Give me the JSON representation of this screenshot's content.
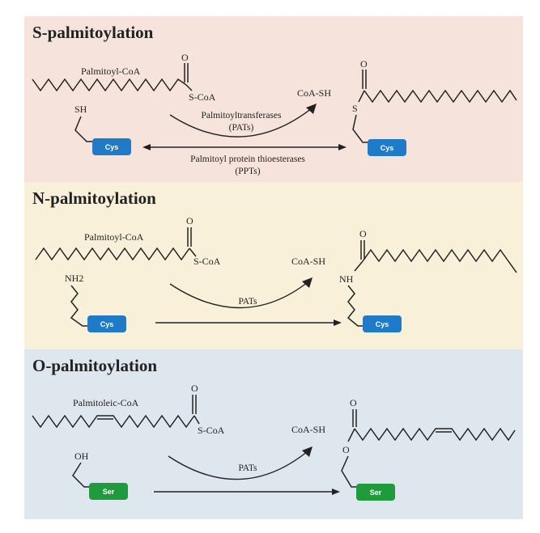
{
  "sections": [
    {
      "title": "S-palmitoylation",
      "reagent": "Palmitoyl-CoA",
      "thioester_atom": "O",
      "leaving": "S-CoA",
      "byproduct": "CoA-SH",
      "enzyme_forward_line1": "Palmitoyltransferases",
      "enzyme_forward_line2": "(PATs)",
      "enzyme_reverse_line1": "Palmitoyl protein thioesterases",
      "enzyme_reverse_line2": "(PPTs)",
      "substrate_group": "SH",
      "product_link": "S",
      "residue": "Cys",
      "residue_color": "#1f7ac8"
    },
    {
      "title": "N-palmitoylation",
      "reagent": "Palmitoyl-CoA",
      "thioester_atom": "O",
      "leaving": "S-CoA",
      "byproduct": "CoA-SH",
      "enzyme": "PATs",
      "substrate_group": "NH2",
      "product_link": "NH",
      "residue": "Cys",
      "residue_color": "#1f7ac8"
    },
    {
      "title": "O-palmitoylation",
      "reagent": "Palmitoleic-CoA",
      "thioester_atom": "O",
      "leaving": "S-CoA",
      "byproduct": "CoA-SH",
      "enzyme": "PATs",
      "substrate_group": "OH",
      "product_link": "O",
      "residue": "Ser",
      "residue_color": "#1f9a3c"
    }
  ]
}
